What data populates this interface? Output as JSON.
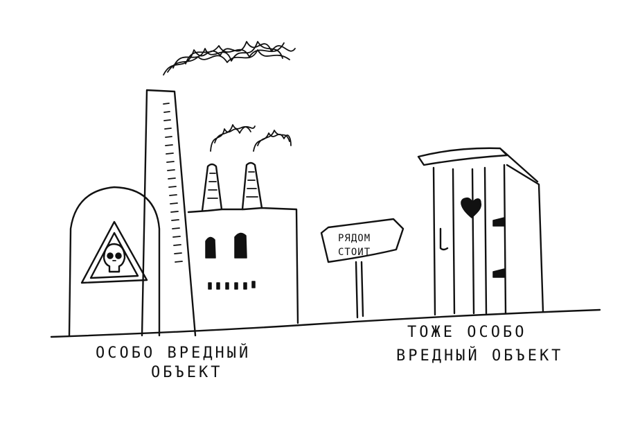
{
  "colors": {
    "ink": "#111111",
    "paper": "#ffffff"
  },
  "caption_left": {
    "line1": "ОСОБО ВРЕДНЫЙ",
    "line2": "ОБЪЕКТ"
  },
  "sign": {
    "line1": "РЯДОМ",
    "line2": "СТОИТ"
  },
  "caption_right": {
    "line1": "ТОЖЕ ОСОБО",
    "line2": "ВРЕДНЫЙ ОБЪЕКТ"
  },
  "icons": [
    "skull-warning-icon",
    "heart-icon"
  ]
}
